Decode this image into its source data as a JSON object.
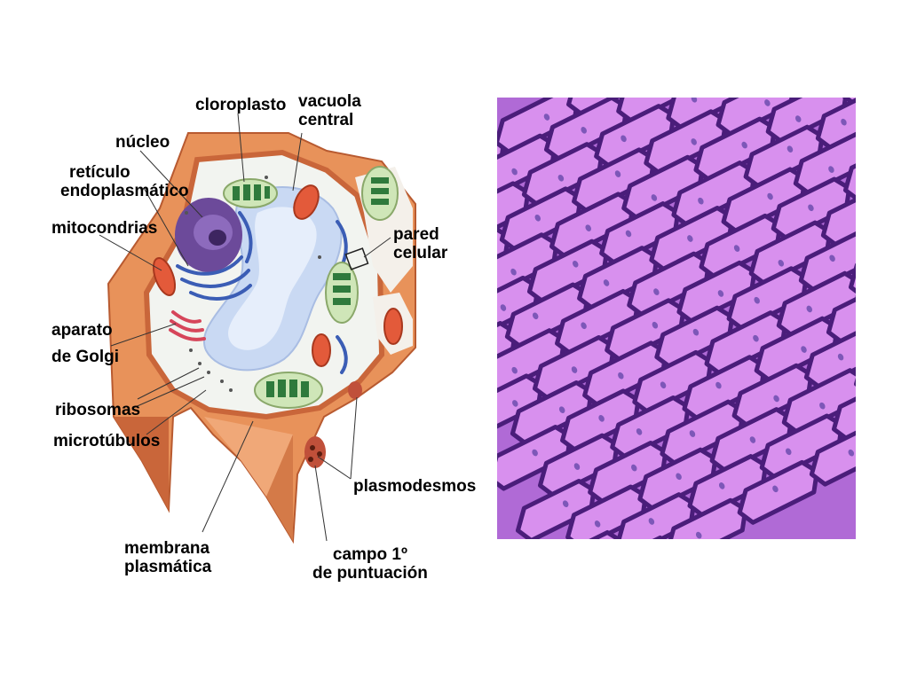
{
  "labels": {
    "cloroplasto": "cloroplasto",
    "vacuola_1": "vacuola",
    "vacuola_2": "central",
    "nucleo": "núcleo",
    "reticulo_1": "retículo",
    "reticulo_2": "endoplasmático",
    "mitocondrias": "mitocondrias",
    "pared_1": "pared",
    "pared_2": "celular",
    "aparato_1": "aparato",
    "aparato_2": "de Golgi",
    "ribosomas": "ribosomas",
    "microtubulos": "microtúbulos",
    "plasmodesmos": "plasmodesmos",
    "membrana_1": "membrana",
    "membrana_2": "plasmática",
    "campo_1": "campo 1º",
    "campo_2": "de puntuación"
  },
  "colors": {
    "wall": "#e8925a",
    "wall_dark": "#c9663a",
    "cytoplasm": "#f2f4f0",
    "vacuole": "#c9d9f3",
    "nucleus": "#6c4a9a",
    "chloroplast": "#cfe6b8",
    "thylakoid": "#2f7a3c",
    "mitochondria": "#e35a3a",
    "er": "#3b5db5",
    "micro_bg": "#b06ad6",
    "micro_cell": "#d890ee",
    "micro_wall": "#4a1d7a"
  }
}
